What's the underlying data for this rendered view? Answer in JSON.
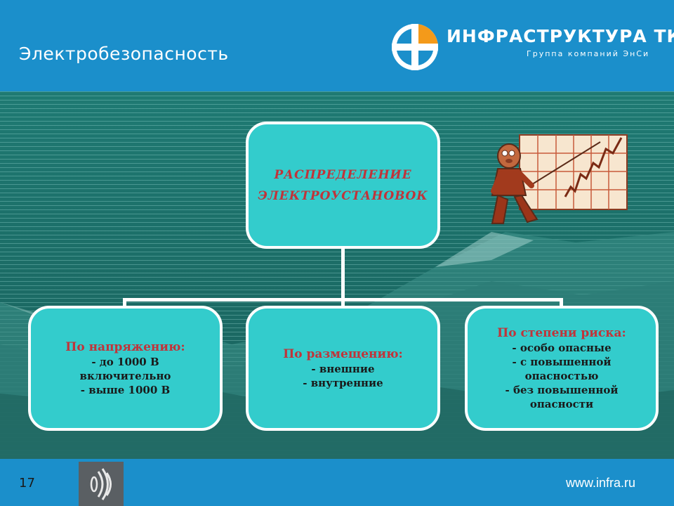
{
  "slide": {
    "title": "Электробезопасность",
    "page_number": "17",
    "url": "www.infra.ru"
  },
  "logo": {
    "name": "ИНФРАСТРУКТУРА ТК",
    "subtitle": "Группа компаний ЭнСи",
    "colors": {
      "blue": "#1b8fcb",
      "orange": "#f49a1a",
      "white": "#ffffff"
    }
  },
  "diagram": {
    "root": {
      "lines": [
        "РАСПРЕДЕЛЕНИЕ",
        "ЭЛЕКТРОУСТАНОВОК"
      ]
    },
    "branches": [
      {
        "heading": "По напряжению:",
        "items": [
          "- до 1000 В",
          "включительно",
          "- выше 1000 В"
        ]
      },
      {
        "heading": "По размещению:",
        "items": [
          "- внешние",
          "- внутренние"
        ]
      },
      {
        "heading": "По степени риска:",
        "items": [
          "- особо опасные",
          "- с повышенной",
          "опасностью",
          "- без повышенной",
          "опасности"
        ]
      }
    ],
    "colors": {
      "box_fill": "#33cccc",
      "box_border": "#ffffff",
      "heading_text": "#c0343a",
      "body_text": "#1a1a1a"
    }
  },
  "illustration": {
    "icon": "presenter-chart-illustration"
  },
  "controls": {
    "audio_icon": "speaker-icon"
  },
  "colors": {
    "header": "#1b8fcb",
    "background": "#1e6f68"
  }
}
